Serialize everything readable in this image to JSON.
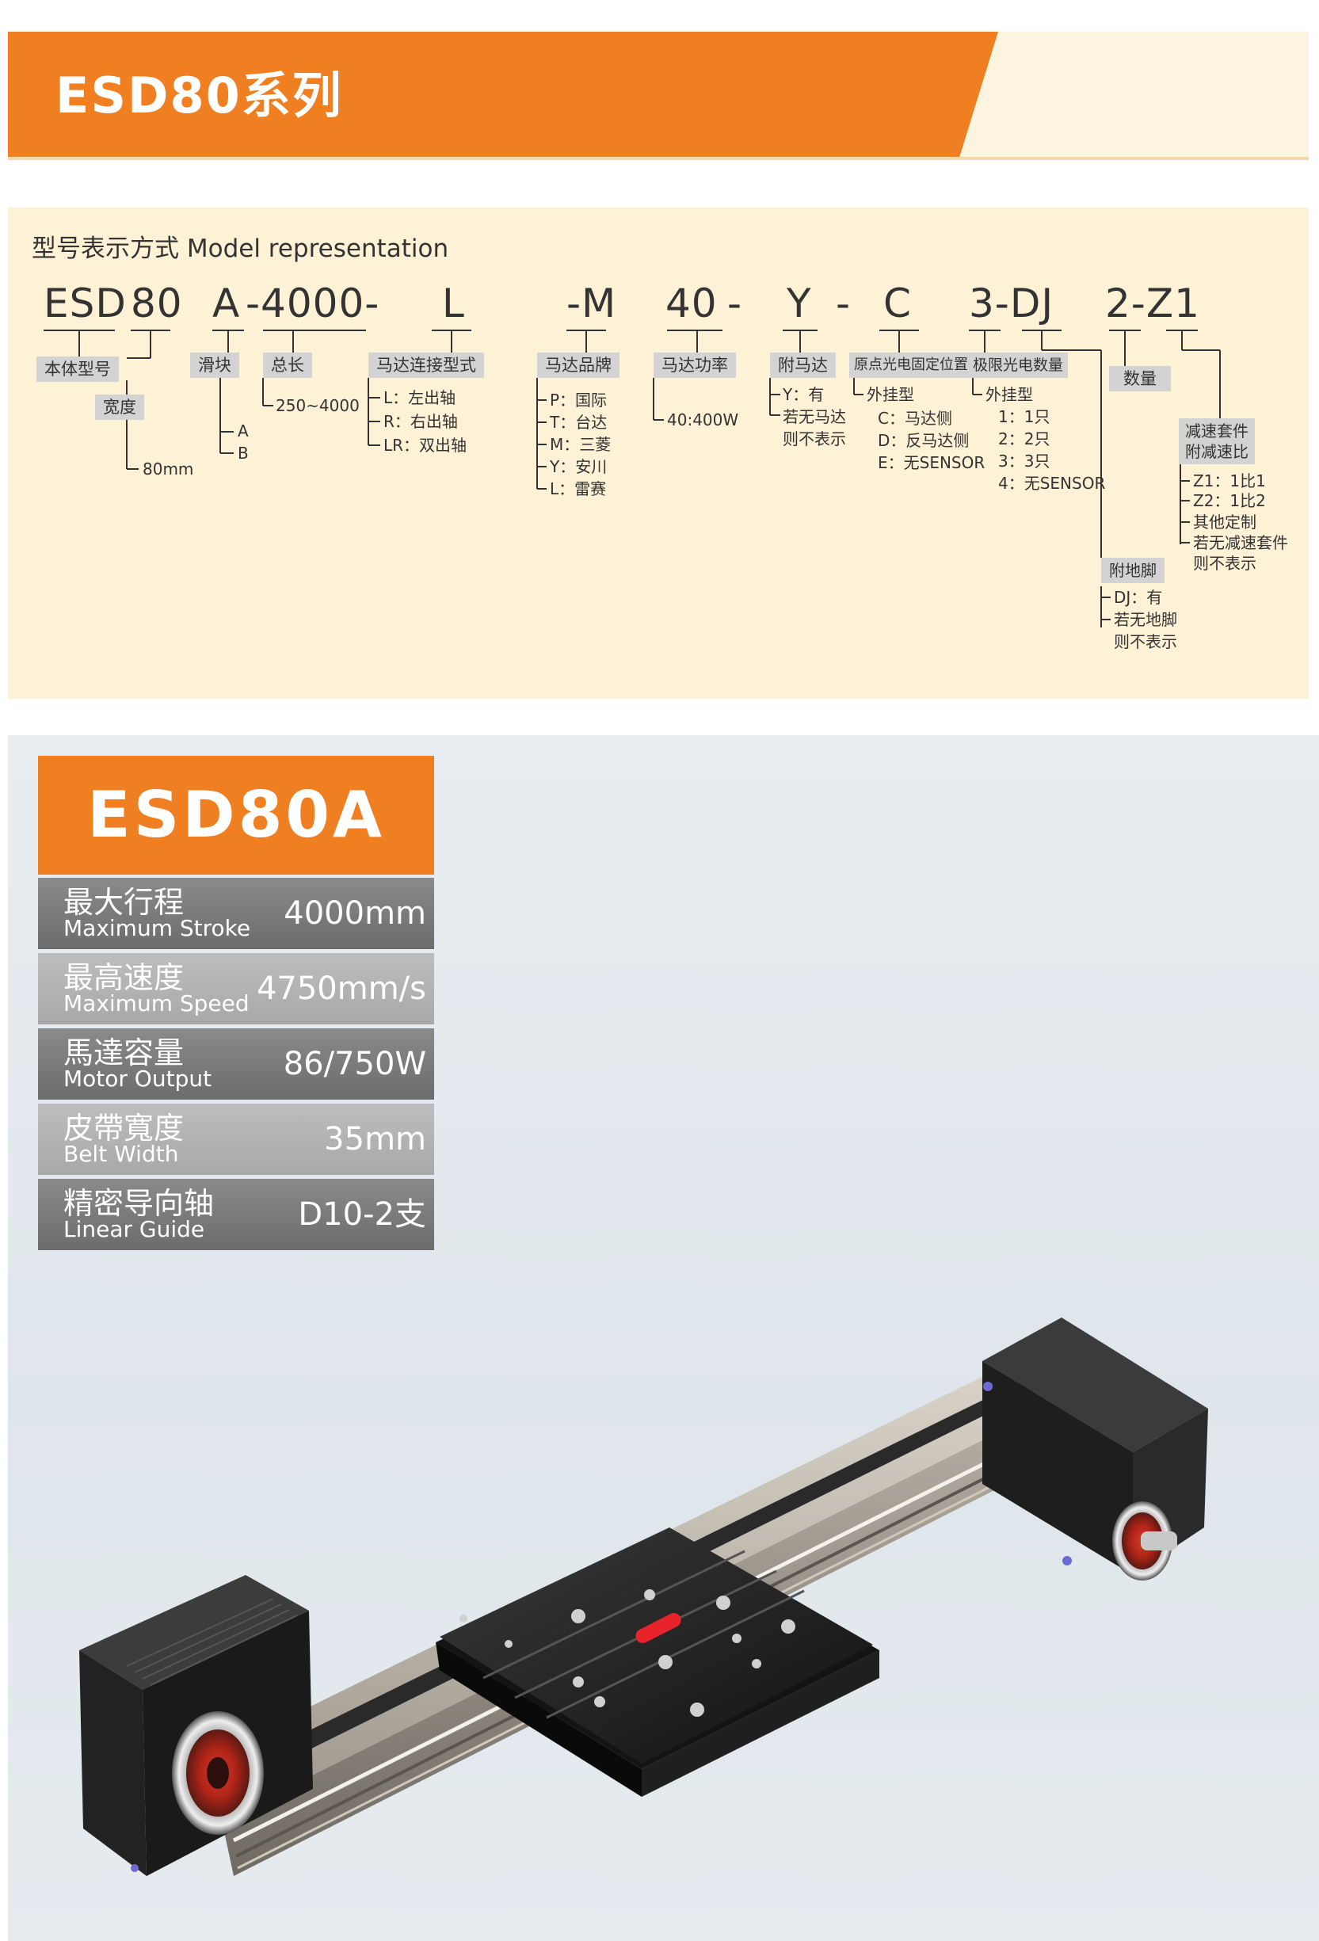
{
  "header": {
    "title": "ESD80系列",
    "band_color": "#f07f22",
    "bg_color": "#fdf4df"
  },
  "model": {
    "heading": "型号表示方式  Model representation",
    "code": {
      "esd": "ESD",
      "width": "80",
      "slider": "A",
      "length": "-4000-",
      "conn": "L",
      "brand": "-M",
      "power": "40",
      "dash1": "-",
      "motor": "Y",
      "dash2": "-",
      "sensor": "C",
      "limit": "3-DJ",
      "qty": "2-Z1"
    },
    "labels": {
      "body": "本体型号",
      "width": "宽度",
      "slider": "滑块",
      "length": "总长",
      "conn": "马达连接型式",
      "brand": "马达品牌",
      "power": "马达功率",
      "motor": "附马达",
      "origin": "原点光电固定位置",
      "limit": "极限光电数量",
      "qty": "数量",
      "reducer_line1": "减速套件",
      "reducer_line2": "附减速比",
      "foot": "附地脚"
    },
    "options": {
      "width": "80mm",
      "slider": [
        "A",
        "B"
      ],
      "length": "250~4000",
      "conn": [
        "L：左出轴",
        "R：右出轴",
        "LR：双出轴"
      ],
      "brand": [
        "P：国际",
        "T：台达",
        "M：三菱",
        "Y：安川",
        "L：雷赛"
      ],
      "power": "40:400W",
      "motor": [
        "Y：有",
        "若无马达",
        "则不表示"
      ],
      "origin": [
        "外挂型",
        "C：马达侧",
        "D：反马达侧",
        "E：无SENSOR"
      ],
      "limit": [
        "外挂型",
        "1：1只",
        "2：2只",
        "3：3只",
        "4：无SENSOR"
      ],
      "reducer": [
        "Z1：1比1",
        "Z2：1比2",
        "其他定制",
        "若无减速套件",
        "则不表示"
      ],
      "foot": [
        "DJ：有",
        "若无地脚",
        "则不表示"
      ]
    }
  },
  "product": {
    "name": "ESD80A",
    "specs": [
      {
        "zh": "最大行程",
        "en": "Maximum Stroke",
        "value": "4000mm"
      },
      {
        "zh": "最高速度",
        "en": "Maximum  Speed",
        "value": "4750mm/s"
      },
      {
        "zh": "馬達容量",
        "en": "Motor  Output",
        "value": "86/750W"
      },
      {
        "zh": "皮帶寬度",
        "en": "Belt  Width",
        "value": "35mm"
      },
      {
        "zh": "精密导向轴",
        "en": "Linear  Guide",
        "value": "D10-2支"
      }
    ],
    "accent_color": "#f07f22",
    "indicator_color": "#e8232a"
  }
}
